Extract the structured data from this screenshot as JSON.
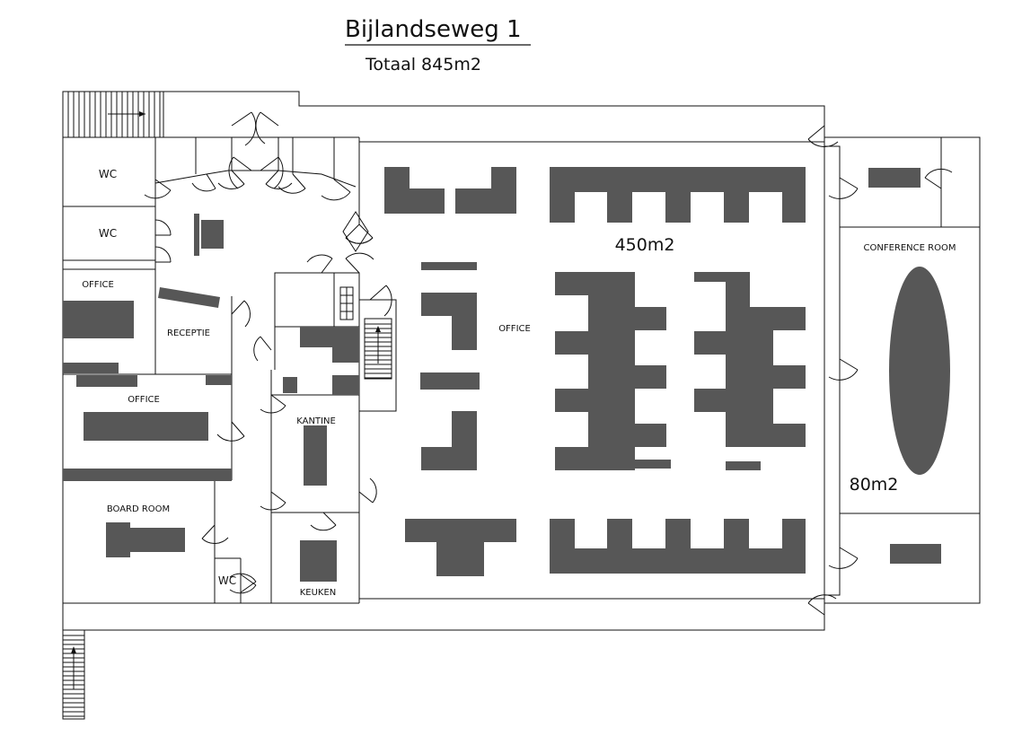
{
  "title": "Bijlandseweg 1",
  "subtitle": "Totaal 845m2",
  "rooms": {
    "wc_1": "WC",
    "wc_2": "WC",
    "office_small": "OFFICE",
    "receptie": "RECEPTIE",
    "office_left": "OFFICE",
    "board_room": "BOARD ROOM",
    "wc_3": "WC",
    "kantine": "KANTINE",
    "keuken": "KEUKEN",
    "office_main": "OFFICE",
    "conference_room": "CONFERENCE ROOM"
  },
  "areas": {
    "main": "450m2",
    "conference": "80m2"
  },
  "colors": {
    "furniture": "#575757",
    "wall": "#111111",
    "background": "#ffffff"
  }
}
